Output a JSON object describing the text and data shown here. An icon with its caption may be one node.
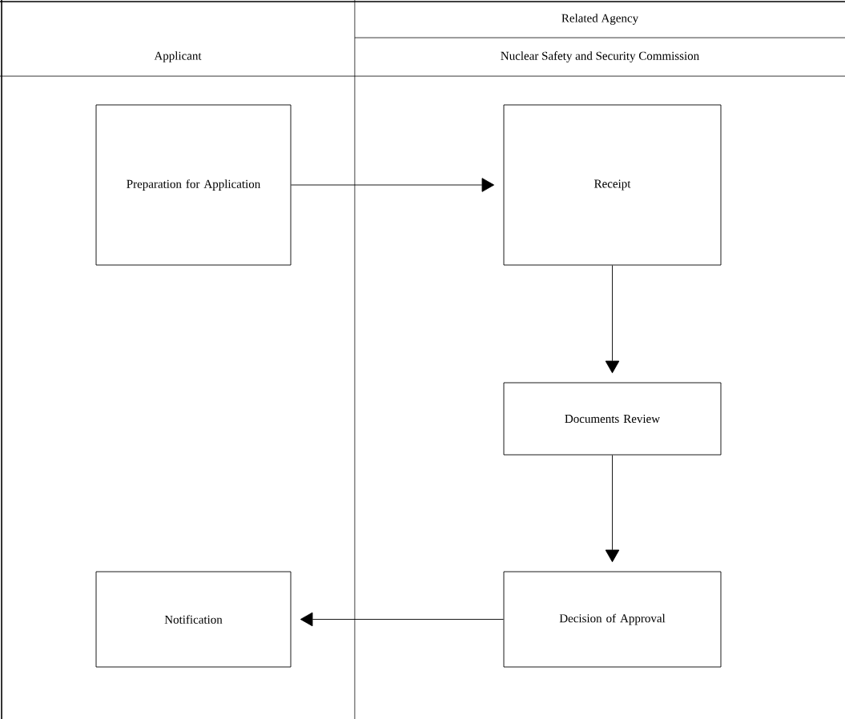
{
  "diagram": {
    "nodes": [
      {
        "text": [
          "Preparation for Application"
        ]
      },
      {
        "text": [
          "Receipt"
        ]
      },
      {
        "text": [
          "Documents Review"
        ]
      },
      {
        "text": [
          "Decision of Approval"
        ]
      },
      {
        "text": [
          "Notification"
        ]
      }
    ],
    "edges": [
      {
        "from": 0,
        "to": 1,
        "arrow": "to"
      },
      {
        "from": 1,
        "to": 2,
        "arrow": "to"
      },
      {
        "from": 2,
        "to": 3,
        "arrow": "to"
      },
      {
        "from": 3,
        "to": 4,
        "arrow": "to"
      }
    ],
    "labels": [
      "Applicant",
      "Related Agency",
      "Nuclear Safety and Security Commission"
    ]
  }
}
